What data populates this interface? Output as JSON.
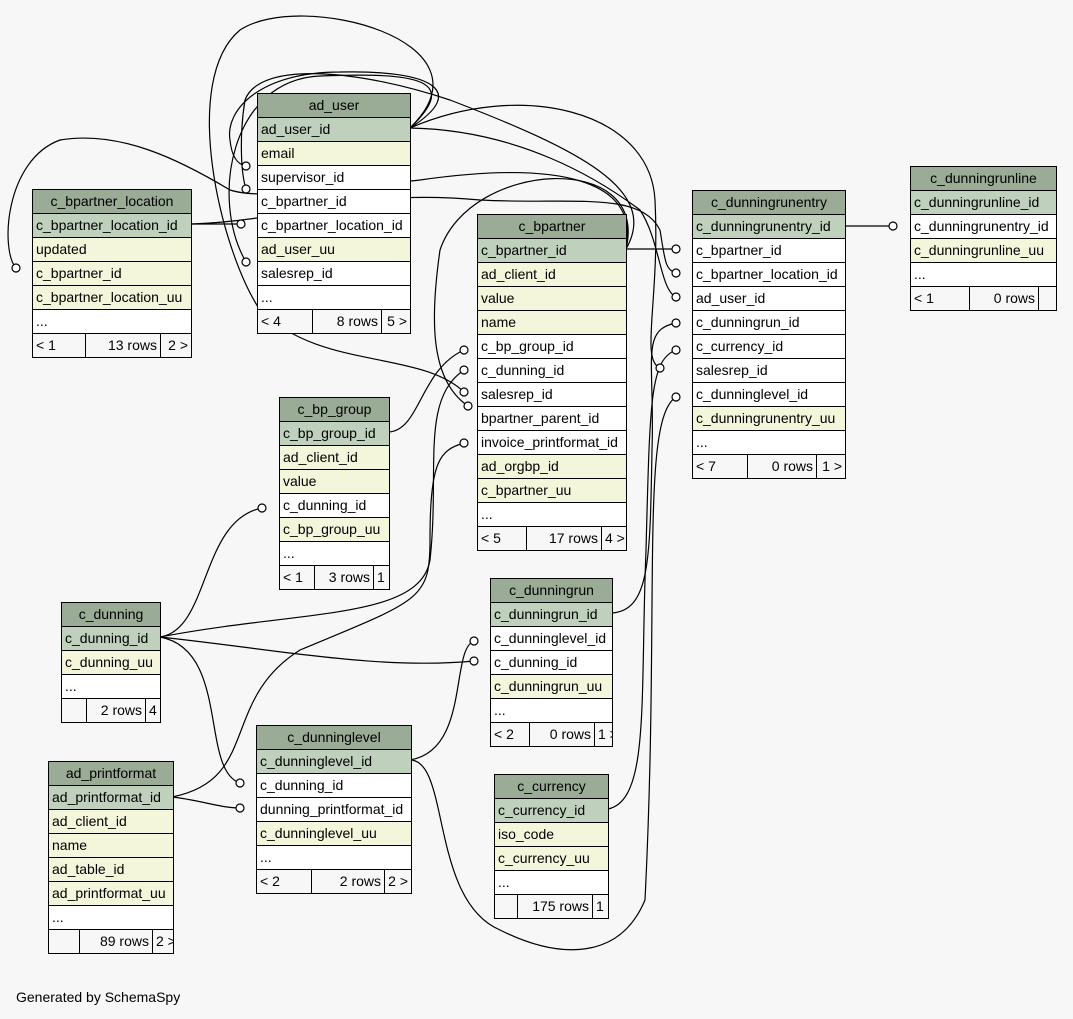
{
  "footer": "Generated by SchemaSpy",
  "colors": {
    "header": "#9aab96",
    "primary_key": "#bfd0bc",
    "indexed": "#f4f6dc",
    "plain": "#ffffff",
    "background": "#f7f7f7"
  },
  "tables": [
    {
      "id": "c_bpartner_location",
      "name": "c_bpartner_location",
      "rows": [
        {
          "label": "c_bpartner_location_id",
          "kind": "pk"
        },
        {
          "label": "updated",
          "kind": "ix"
        },
        {
          "label": "c_bpartner_id",
          "kind": "ix"
        },
        {
          "label": "c_bpartner_location_uu",
          "kind": "ix"
        },
        {
          "label": "...",
          "kind": "more"
        }
      ],
      "footer": [
        "< 1",
        "13 rows",
        "2 >"
      ]
    },
    {
      "id": "ad_user",
      "name": "ad_user",
      "rows": [
        {
          "label": "ad_user_id",
          "kind": "pk"
        },
        {
          "label": "email",
          "kind": "ix"
        },
        {
          "label": "supervisor_id",
          "kind": "fk"
        },
        {
          "label": "c_bpartner_id",
          "kind": "fk"
        },
        {
          "label": "c_bpartner_location_id",
          "kind": "fk"
        },
        {
          "label": "ad_user_uu",
          "kind": "ix"
        },
        {
          "label": "salesrep_id",
          "kind": "fk"
        },
        {
          "label": "...",
          "kind": "more"
        }
      ],
      "footer": [
        "< 4",
        "8 rows",
        "5 >"
      ]
    },
    {
      "id": "c_bpartner",
      "name": "c_bpartner",
      "rows": [
        {
          "label": "c_bpartner_id",
          "kind": "pk"
        },
        {
          "label": "ad_client_id",
          "kind": "ix"
        },
        {
          "label": "value",
          "kind": "ix"
        },
        {
          "label": "name",
          "kind": "ix"
        },
        {
          "label": "c_bp_group_id",
          "kind": "fk"
        },
        {
          "label": "c_dunning_id",
          "kind": "fk"
        },
        {
          "label": "salesrep_id",
          "kind": "fk"
        },
        {
          "label": "bpartner_parent_id",
          "kind": "fk"
        },
        {
          "label": "invoice_printformat_id",
          "kind": "fk"
        },
        {
          "label": "ad_orgbp_id",
          "kind": "ix"
        },
        {
          "label": "c_bpartner_uu",
          "kind": "ix"
        },
        {
          "label": "...",
          "kind": "more"
        }
      ],
      "footer": [
        "< 5",
        "17 rows",
        "4 >"
      ]
    },
    {
      "id": "c_dunningrunentry",
      "name": "c_dunningrunentry",
      "rows": [
        {
          "label": "c_dunningrunentry_id",
          "kind": "pk"
        },
        {
          "label": "c_bpartner_id",
          "kind": "fk"
        },
        {
          "label": "c_bpartner_location_id",
          "kind": "fk"
        },
        {
          "label": "ad_user_id",
          "kind": "fk"
        },
        {
          "label": "c_dunningrun_id",
          "kind": "fk"
        },
        {
          "label": "c_currency_id",
          "kind": "fk"
        },
        {
          "label": "salesrep_id",
          "kind": "fk"
        },
        {
          "label": "c_dunninglevel_id",
          "kind": "fk"
        },
        {
          "label": "c_dunningrunentry_uu",
          "kind": "ix"
        },
        {
          "label": "...",
          "kind": "more"
        }
      ],
      "footer": [
        "< 7",
        "0 rows",
        "1 >"
      ]
    },
    {
      "id": "c_dunningrunline",
      "name": "c_dunningrunline",
      "rows": [
        {
          "label": "c_dunningrunline_id",
          "kind": "pk"
        },
        {
          "label": "c_dunningrunentry_id",
          "kind": "fk"
        },
        {
          "label": "c_dunningrunline_uu",
          "kind": "ix"
        },
        {
          "label": "...",
          "kind": "more"
        }
      ],
      "footer": [
        "< 1",
        "0 rows",
        ""
      ]
    },
    {
      "id": "c_bp_group",
      "name": "c_bp_group",
      "rows": [
        {
          "label": "c_bp_group_id",
          "kind": "pk"
        },
        {
          "label": "ad_client_id",
          "kind": "ix"
        },
        {
          "label": "value",
          "kind": "ix"
        },
        {
          "label": "c_dunning_id",
          "kind": "fk"
        },
        {
          "label": "c_bp_group_uu",
          "kind": "ix"
        },
        {
          "label": "...",
          "kind": "more"
        }
      ],
      "footer": [
        "< 1",
        "3 rows",
        "1 >"
      ]
    },
    {
      "id": "c_dunning",
      "name": "c_dunning",
      "rows": [
        {
          "label": "c_dunning_id",
          "kind": "pk"
        },
        {
          "label": "c_dunning_uu",
          "kind": "ix"
        },
        {
          "label": "...",
          "kind": "more"
        }
      ],
      "footer": [
        "",
        "2 rows",
        "4 >"
      ]
    },
    {
      "id": "c_dunningrun",
      "name": "c_dunningrun",
      "rows": [
        {
          "label": "c_dunningrun_id",
          "kind": "pk"
        },
        {
          "label": "c_dunninglevel_id",
          "kind": "fk"
        },
        {
          "label": "c_dunning_id",
          "kind": "fk"
        },
        {
          "label": "c_dunningrun_uu",
          "kind": "ix"
        },
        {
          "label": "...",
          "kind": "more"
        }
      ],
      "footer": [
        "< 2",
        "0 rows",
        "1 >"
      ]
    },
    {
      "id": "ad_printformat",
      "name": "ad_printformat",
      "rows": [
        {
          "label": "ad_printformat_id",
          "kind": "pk"
        },
        {
          "label": "ad_client_id",
          "kind": "ix"
        },
        {
          "label": "name",
          "kind": "ix"
        },
        {
          "label": "ad_table_id",
          "kind": "ix"
        },
        {
          "label": "ad_printformat_uu",
          "kind": "ix"
        },
        {
          "label": "...",
          "kind": "more"
        }
      ],
      "footer": [
        "",
        "89 rows",
        "2 >"
      ]
    },
    {
      "id": "c_dunninglevel",
      "name": "c_dunninglevel",
      "rows": [
        {
          "label": "c_dunninglevel_id",
          "kind": "pk"
        },
        {
          "label": "c_dunning_id",
          "kind": "fk"
        },
        {
          "label": "dunning_printformat_id",
          "kind": "fk"
        },
        {
          "label": "c_dunninglevel_uu",
          "kind": "ix"
        },
        {
          "label": "...",
          "kind": "more"
        }
      ],
      "footer": [
        "< 2",
        "2 rows",
        "2 >"
      ]
    },
    {
      "id": "c_currency",
      "name": "c_currency",
      "rows": [
        {
          "label": "c_currency_id",
          "kind": "pk"
        },
        {
          "label": "iso_code",
          "kind": "ix"
        },
        {
          "label": "c_currency_uu",
          "kind": "ix"
        },
        {
          "label": "...",
          "kind": "more"
        }
      ],
      "footer": [
        "",
        "175 rows",
        "1 >"
      ]
    }
  ]
}
